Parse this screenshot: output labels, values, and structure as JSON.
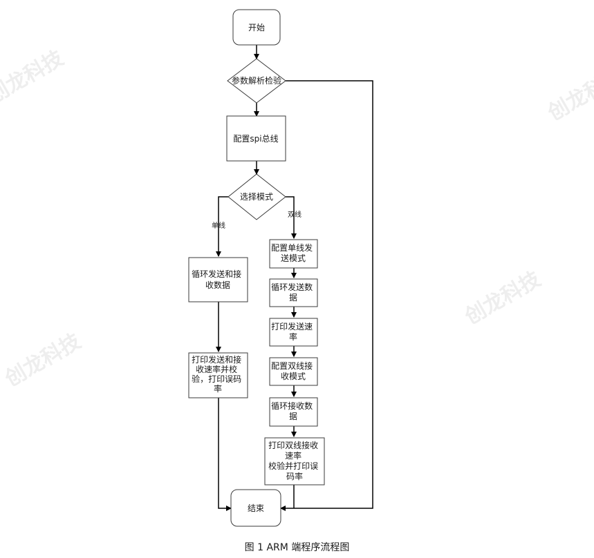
{
  "watermark": "创龙科技",
  "caption": "图  1 ARM 端程序流程图",
  "nodes": {
    "start": "开始",
    "validate": "参数解析检验",
    "spi": "配置spi总线",
    "mode": "选择模式",
    "single_loop": [
      "循环发送和接",
      "收数据"
    ],
    "single_print": [
      "打印发送和接",
      "收速率并校",
      "验，打印误码",
      "率"
    ],
    "dual_cfg_send": [
      "配置单线发",
      "送模式"
    ],
    "dual_loop_send": [
      "循环发送数",
      "据"
    ],
    "dual_print_send": [
      "打印发送速",
      "率"
    ],
    "dual_cfg_recv": [
      "配置双线接",
      "收模式"
    ],
    "dual_loop_recv": [
      "循环接收数",
      "据"
    ],
    "dual_print_recv": [
      "打印双线接收",
      "速率",
      "校验并打印误",
      "码率"
    ],
    "end": "结束"
  },
  "edge_labels": {
    "single": "单线",
    "dual": "双线"
  },
  "colors": {
    "stroke": "#3a3a3a",
    "arrow": "#000000",
    "watermark": "#cfcfcf"
  }
}
